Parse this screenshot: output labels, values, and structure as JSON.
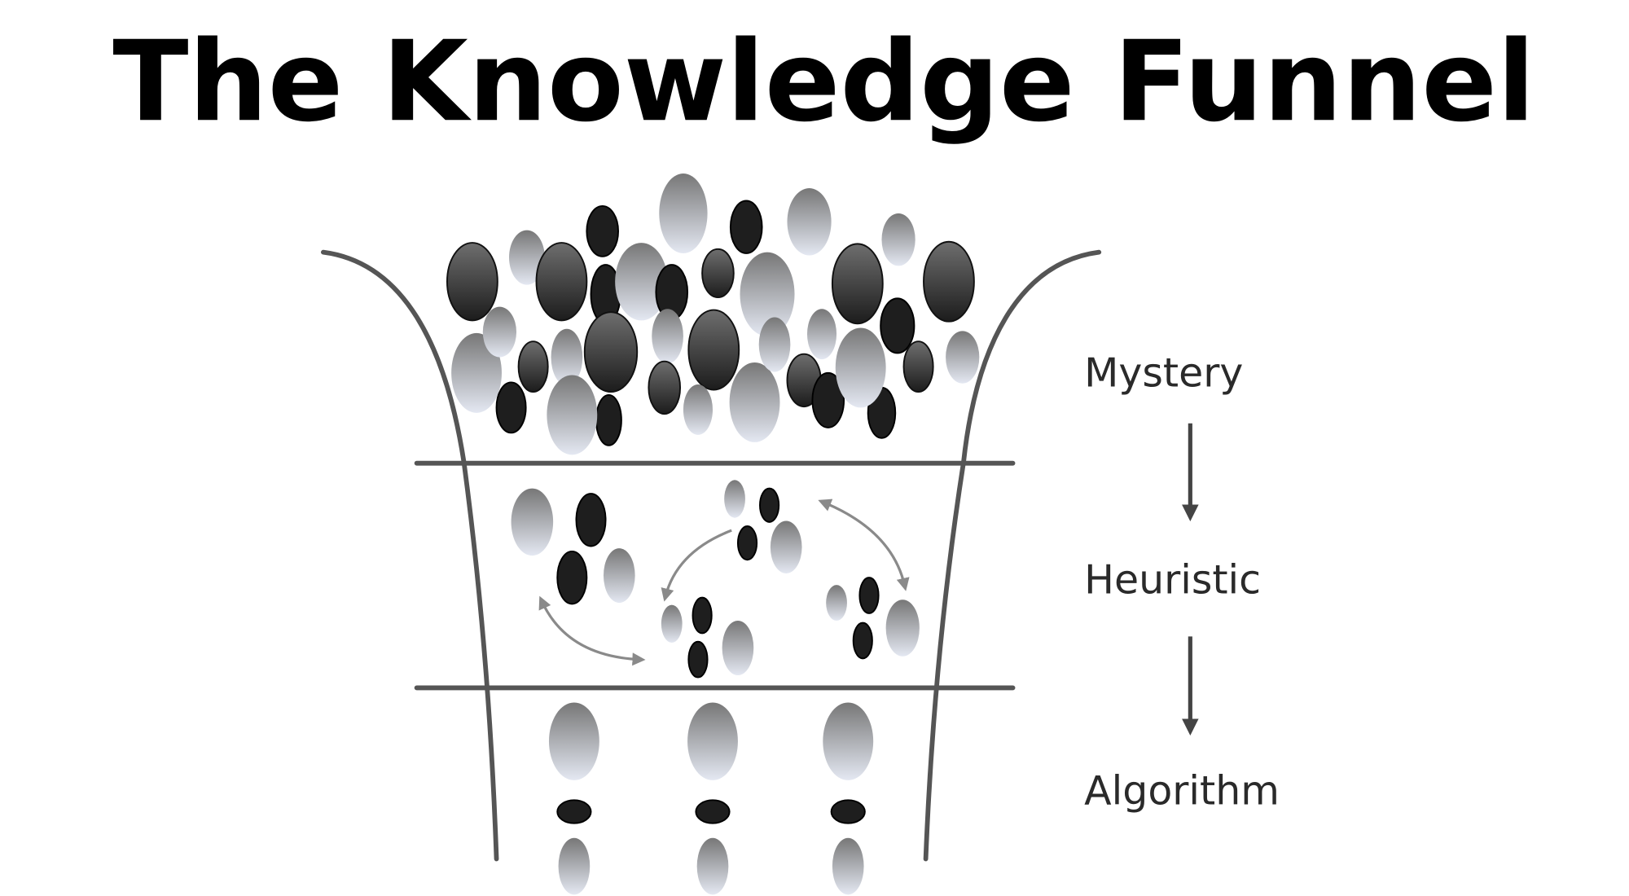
{
  "title": "The Knowledge Funnel",
  "stages": [
    {
      "label": "Mystery"
    },
    {
      "label": "Heuristic"
    },
    {
      "label": "Algorithm"
    }
  ],
  "colors": {
    "line": "#555555",
    "dark_ball": "#1e1e1e",
    "light_ball_top": "#7d7d7d",
    "light_ball_bottom": "#e2e6f0",
    "cycle_arrow": "#8a8a8a"
  }
}
